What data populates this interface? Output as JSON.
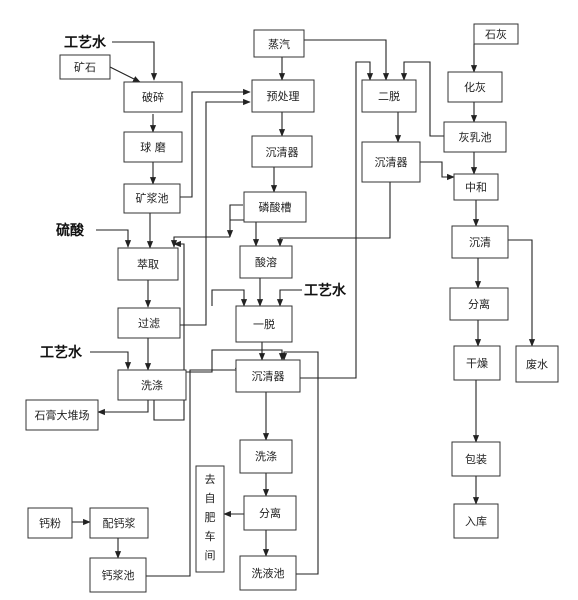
{
  "nodes": {
    "ore": "矿石",
    "crush": "破碎",
    "ball_mill": "球 磨",
    "slurry": "矿浆池",
    "leach": "萃取",
    "filter": "过滤",
    "wash1": "洗涤",
    "gypsum_yard": "石膏大堆场",
    "steam": "蒸汽",
    "pretreat": "预处理",
    "clarifier1": "沉清器",
    "acid_tank": "磷酸槽",
    "acid_dissolve": "酸溶",
    "desulf1": "一脱",
    "clarifier2": "沉清器",
    "wash2": "洗涤",
    "separate1": "分离",
    "wash_tank": "洗液池",
    "to_fertilizer": "去自肥车间",
    "desulf2": "二脱",
    "clarifier3": "沉清器",
    "limestone": "石灰",
    "lime": "化灰",
    "milk_tank": "灰乳池",
    "neutralize": "中和",
    "settle": "沉清",
    "separate2": "分离",
    "dry": "干燥",
    "wastewater": "废水",
    "pack": "包装",
    "store": "入库",
    "calcium_powder": "钙粉",
    "calcium_mix": "配钙浆",
    "calcium_tank": "钙浆池"
  },
  "labels": {
    "process_water_top": "工艺水",
    "sulfuric_acid": "硫酸",
    "process_water_left": "工艺水",
    "process_water_mid": "工艺水"
  }
}
